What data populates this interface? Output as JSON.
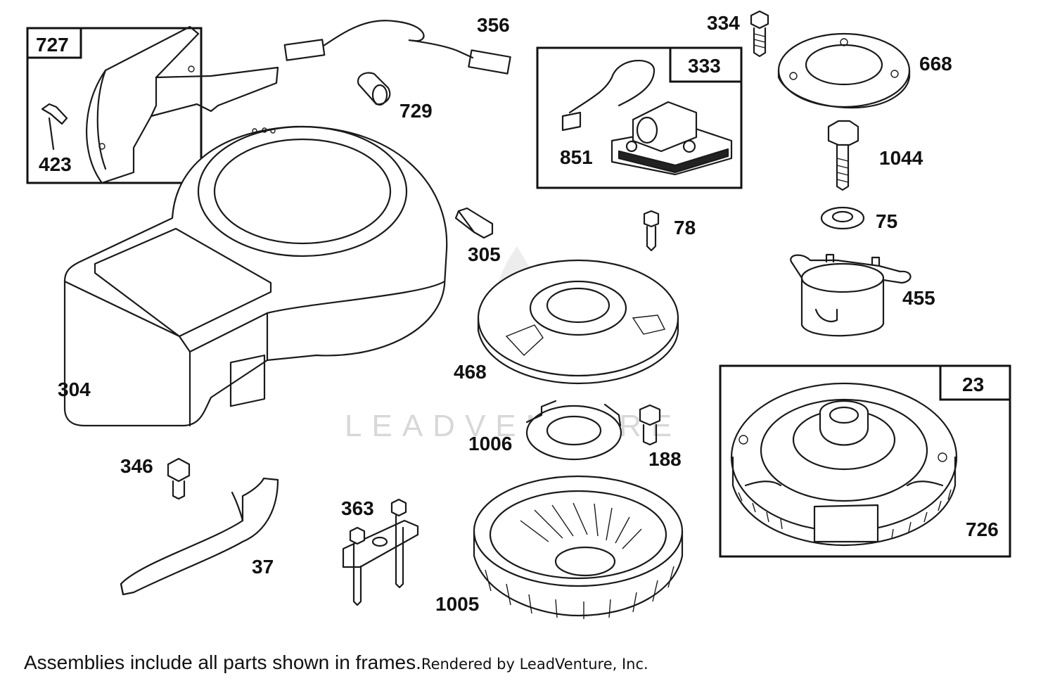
{
  "watermark": "LEADVENTURE",
  "footnote": {
    "note": "Assemblies include all parts shown in frames.",
    "credit": "Rendered by LeadVenture, Inc."
  },
  "frames": {
    "f727": "727",
    "f333": "333",
    "f23": "23"
  },
  "labels": {
    "p423": "423",
    "p356": "356",
    "p729": "729",
    "p851": "851",
    "p334": "334",
    "p668": "668",
    "p1044": "1044",
    "p75": "75",
    "p78": "78",
    "p305": "305",
    "p455": "455",
    "p304": "304",
    "p468": "468",
    "p1006": "1006",
    "p188": "188",
    "p346": "346",
    "p363": "363",
    "p37": "37",
    "p1005": "1005",
    "p726": "726"
  }
}
